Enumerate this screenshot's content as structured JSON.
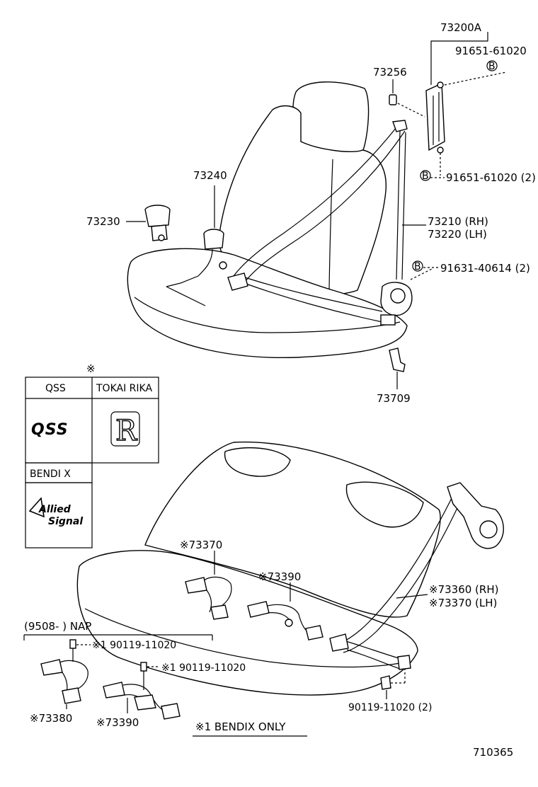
{
  "diagram_code": "710365",
  "parts": {
    "p73200a": "73200A",
    "p91651_top": "91651-61020",
    "p73256": "73256",
    "p91651_2": "91651-61020 (2)",
    "p73240": "73240",
    "p73230": "73230",
    "p73210": "73210 (RH)",
    "p73220": "73220 (LH)",
    "p91631": "91631-40614 (2)",
    "p73709": "73709",
    "p73370a": "※73370",
    "p73390a": "※73390",
    "p73360": "※73360 (RH)",
    "p73370b": "※73370 (LH)",
    "p90119_a": "※1 90119-11020",
    "p90119_b": "※1 90119-11020",
    "p73380": "※73380",
    "p73390b": "※73390",
    "p90119_c": "90119-11020 (2)"
  },
  "marker_b": "B",
  "nap_label": "(9508-          ) NAP",
  "bendix_note": "※1 BENDIX ONLY",
  "legend": {
    "marker": "※",
    "qss": "QSS",
    "tokai": "TOKAI RIKA",
    "bendix": "BENDI X",
    "qss_logo": "QSS",
    "tokai_logo": "R",
    "allied_1": "Allied",
    "allied_2": "Signal"
  }
}
